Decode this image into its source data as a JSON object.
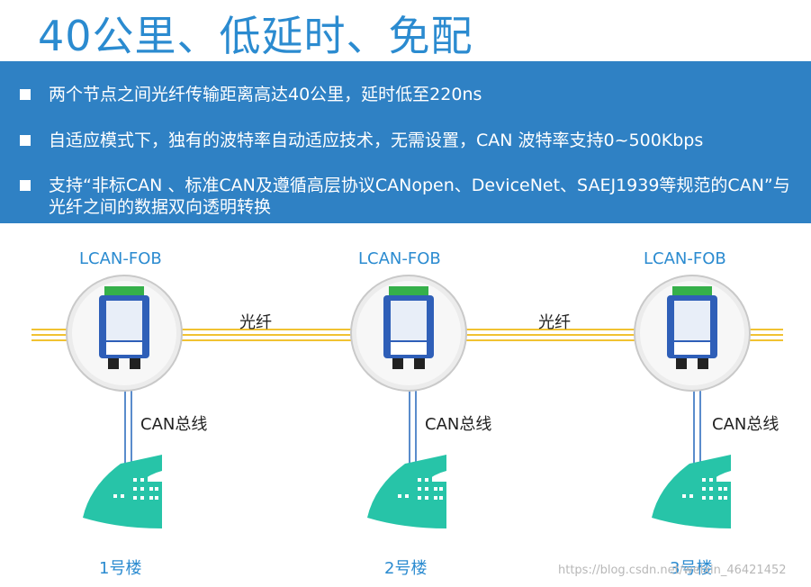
{
  "title": "40公里、低延时、免配",
  "bullets": [
    "两个节点之间光纤传输距离高达40公里，延时低至220ns",
    "自适应模式下，独有的波特率自动适应技术，无需设置，CAN  波特率支持0~500Kbps",
    "支持“非标CAN 、标准CAN及遵循高层协议CANopen、DeviceNet、SAEJ1939等规范的CAN”与光纤之间的数据双向透明转换"
  ],
  "devices": [
    {
      "label": "LCAN-FOB",
      "bus_label": "CAN总线",
      "building_label": "1号楼"
    },
    {
      "label": "LCAN-FOB",
      "bus_label": "CAN总线",
      "building_label": "2号楼"
    },
    {
      "label": "LCAN-FOB",
      "bus_label": "CAN总线",
      "building_label": "3号楼"
    }
  ],
  "fiber_labels": [
    "光纤",
    "光纤"
  ],
  "watermark": "https://blog.csdn.net/weixin_46421452",
  "colors": {
    "accent": "#2b8bd0",
    "band": "#2f81c4",
    "fiber": "#f1c232",
    "building": "#27c4a8",
    "device": "#2f5fb8"
  }
}
